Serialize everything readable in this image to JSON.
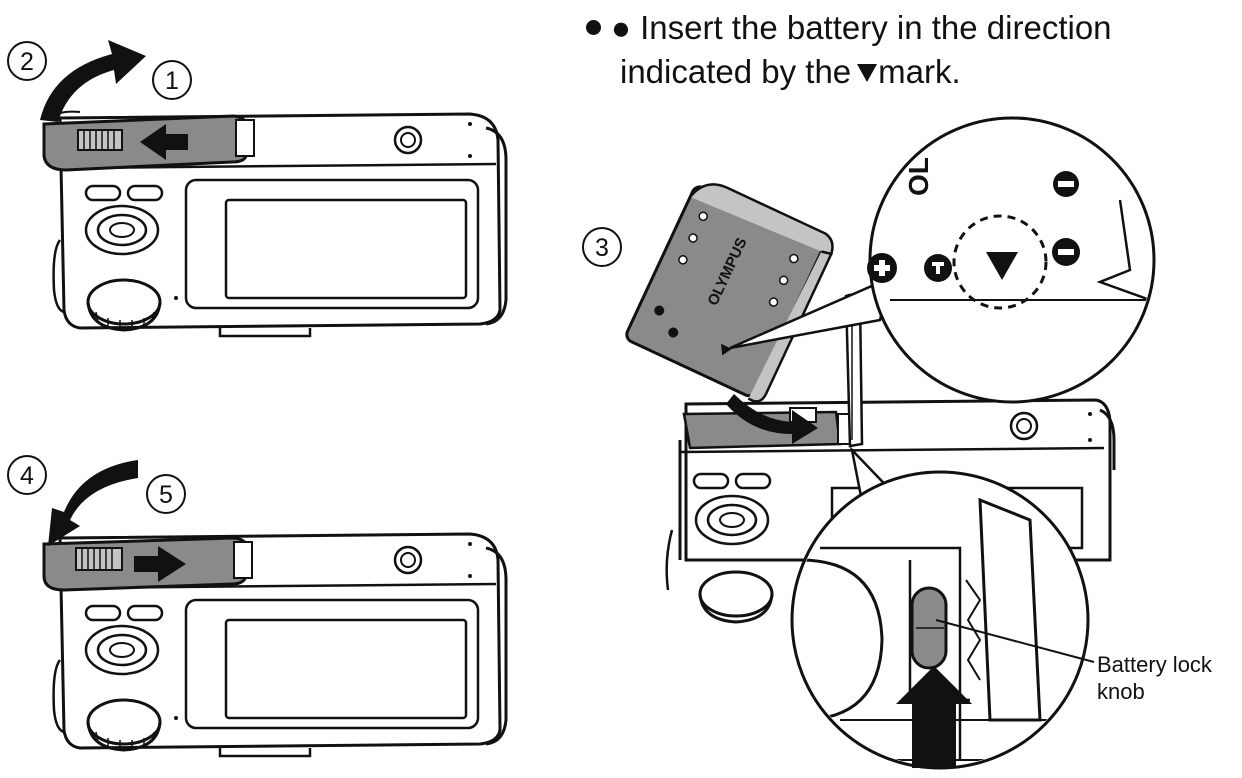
{
  "instruction": {
    "bullet_1": "●",
    "line_1": "Insert the battery in the direction",
    "line_2_before": "indicated by the",
    "mark_icon": "down-triangle-mark",
    "line_2_after": "mark."
  },
  "steps": {
    "s1": "1",
    "s2": "2",
    "s3": "3",
    "s4": "4",
    "s5": "5"
  },
  "battery": {
    "brand": "OLYMPUS",
    "closeup_text": "OL"
  },
  "callout": {
    "line_1": "Battery lock",
    "line_2": "knob"
  },
  "colors": {
    "ink": "#111111",
    "shade": "#8a8a8a",
    "light_shade": "#c4c4c4",
    "paper": "#ffffff"
  }
}
